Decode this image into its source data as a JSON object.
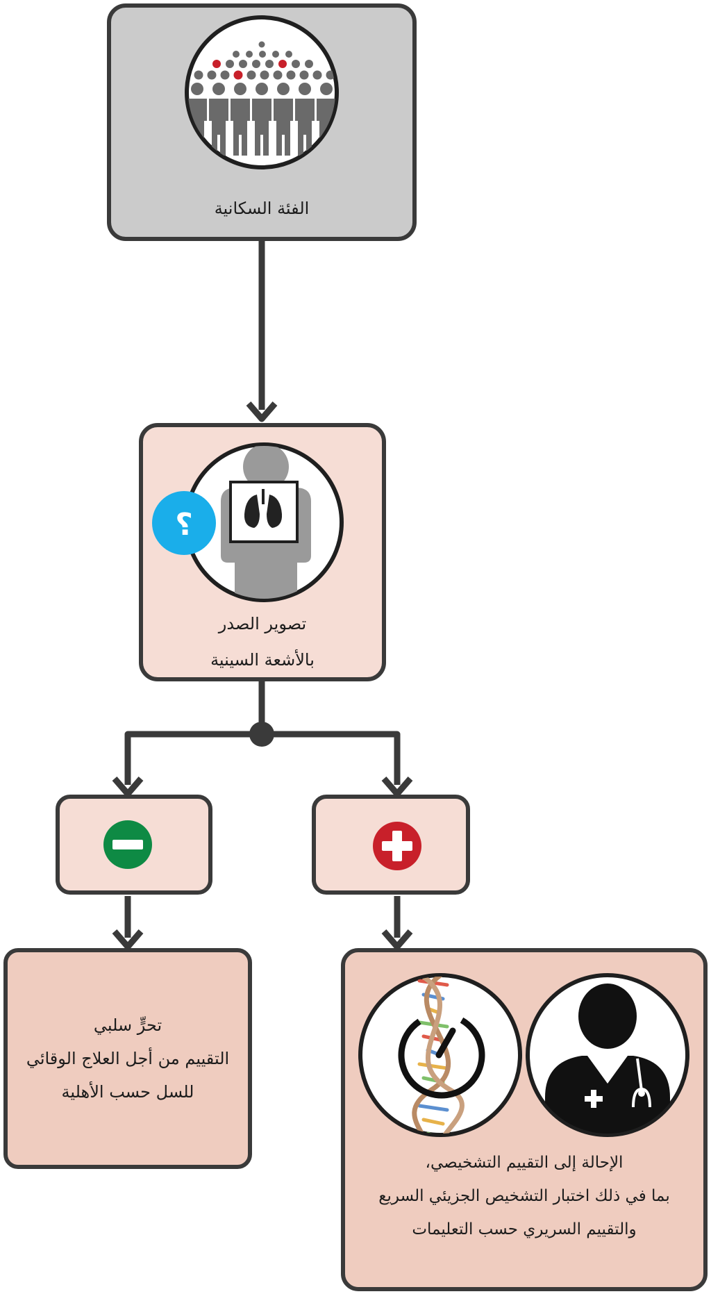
{
  "nodes": {
    "population": {
      "label": "الفئة السكانية",
      "icon": "crowd-icon"
    },
    "xray": {
      "line1": "تصوير الصدر",
      "line2": "بالأشعة السينية",
      "icon": "chest-xray-icon",
      "badge": "؟",
      "badge_icon": "question-icon"
    },
    "negative": {
      "icon": "minus-icon"
    },
    "positive": {
      "icon": "plus-icon"
    },
    "negative_outcome": {
      "line1": "تحرٍّ سلبي",
      "line2": "التقييم من أجل العلاج الوقائي",
      "line3": "للسل حسب الأهلية"
    },
    "positive_outcome": {
      "line1": "الإحالة إلى التقييم التشخيصي،",
      "line2": "بما في ذلك اختبار التشخيص الجزيئي السريع",
      "line3": "والتقييم السريري حسب التعليمات",
      "icons": [
        "dna-test-icon",
        "doctor-icon"
      ]
    }
  },
  "colors": {
    "population_fill": "#cbcbcb",
    "stage_fill": "#f6ddd5",
    "outcome_fill": "#efccbf",
    "border": "#3a3a3a",
    "negative": "#0e8a44",
    "positive": "#c8202a",
    "badge": "#1aaeea",
    "highlight_dot": "#c8202a"
  }
}
